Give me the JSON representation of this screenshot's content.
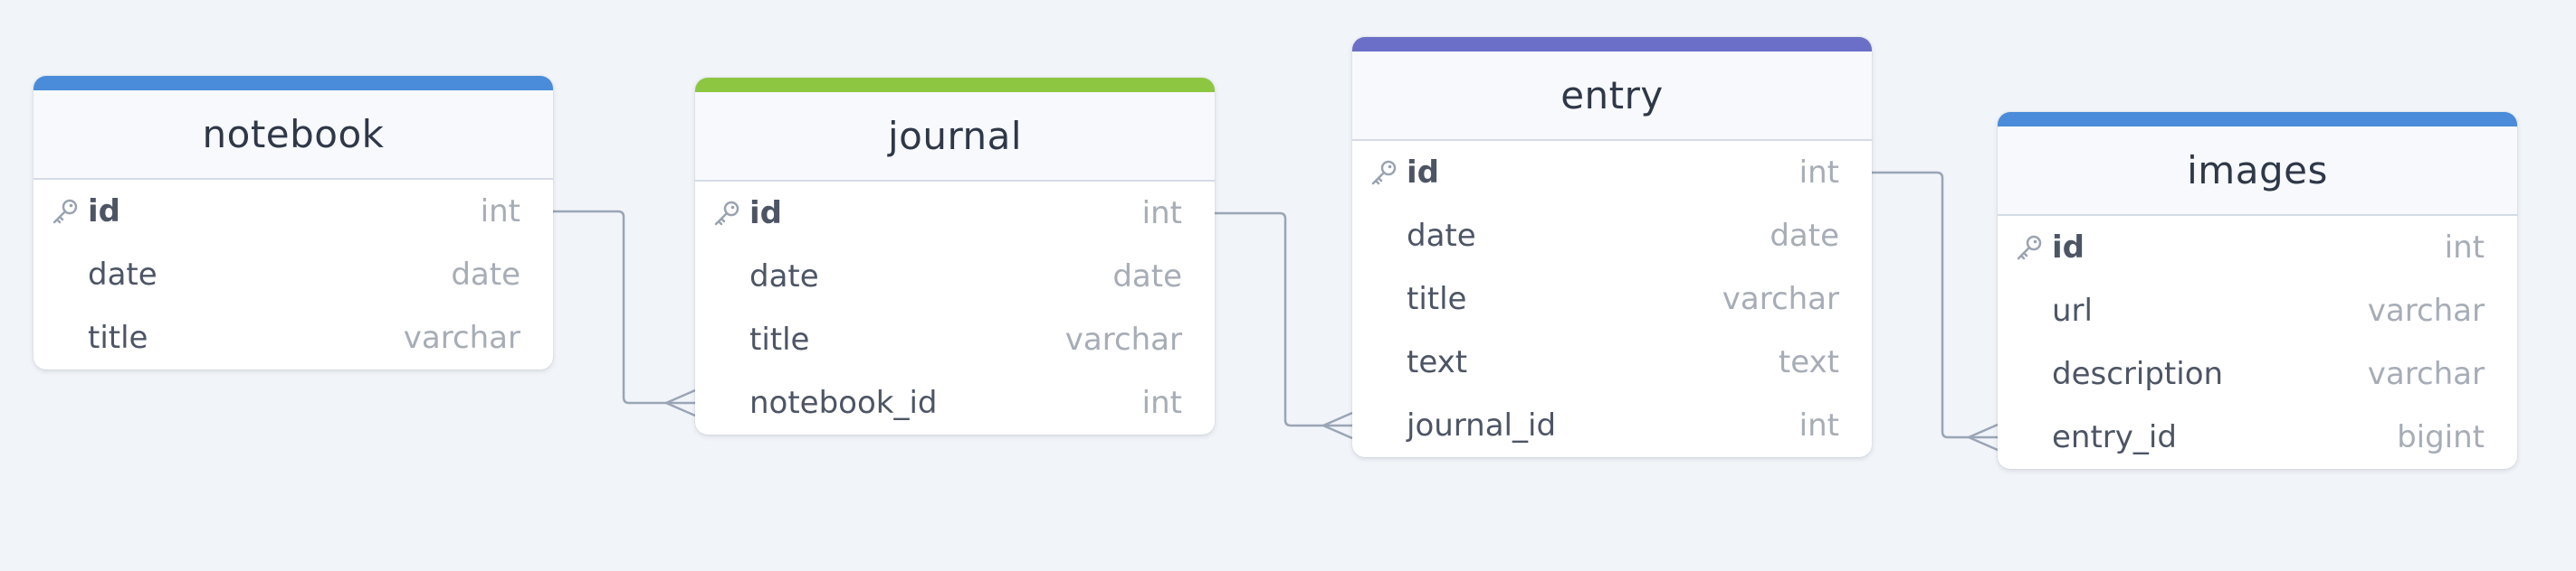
{
  "colors": {
    "background": "#f1f4f8",
    "line": "#9aa5b6",
    "accent_notebook": "#4a8cd9",
    "accent_journal": "#8dc641",
    "accent_entry": "#6b6fc8",
    "accent_images": "#4a8cd9"
  },
  "tables": {
    "notebook": {
      "name": "notebook",
      "accent": "#4a8cd9",
      "columns": [
        {
          "name": "id",
          "type": "int",
          "pk": true,
          "key_icon": "key-icon"
        },
        {
          "name": "date",
          "type": "date",
          "pk": false
        },
        {
          "name": "title",
          "type": "varchar",
          "pk": false
        }
      ]
    },
    "journal": {
      "name": "journal",
      "accent": "#8dc641",
      "columns": [
        {
          "name": "id",
          "type": "int",
          "pk": true,
          "key_icon": "key-icon"
        },
        {
          "name": "date",
          "type": "date",
          "pk": false
        },
        {
          "name": "title",
          "type": "varchar",
          "pk": false
        },
        {
          "name": "notebook_id",
          "type": "int",
          "pk": false
        }
      ]
    },
    "entry": {
      "name": "entry",
      "accent": "#6b6fc8",
      "columns": [
        {
          "name": "id",
          "type": "int",
          "pk": true,
          "key_icon": "key-icon"
        },
        {
          "name": "date",
          "type": "date",
          "pk": false
        },
        {
          "name": "title",
          "type": "varchar",
          "pk": false
        },
        {
          "name": "text",
          "type": "text",
          "pk": false
        },
        {
          "name": "journal_id",
          "type": "int",
          "pk": false
        }
      ]
    },
    "images": {
      "name": "images",
      "accent": "#4a8cd9",
      "columns": [
        {
          "name": "id",
          "type": "int",
          "pk": true,
          "key_icon": "key-icon"
        },
        {
          "name": "url",
          "type": "varchar",
          "pk": false
        },
        {
          "name": "description",
          "type": "varchar",
          "pk": false
        },
        {
          "name": "entry_id",
          "type": "bigint",
          "pk": false
        }
      ]
    }
  },
  "relations": [
    {
      "from_table": "notebook",
      "from_column": "id",
      "to_table": "journal",
      "to_column": "notebook_id",
      "cardinality": "one-to-many"
    },
    {
      "from_table": "journal",
      "from_column": "id",
      "to_table": "entry",
      "to_column": "journal_id",
      "cardinality": "one-to-many"
    },
    {
      "from_table": "entry",
      "from_column": "id",
      "to_table": "images",
      "to_column": "entry_id",
      "cardinality": "one-to-many"
    }
  ]
}
